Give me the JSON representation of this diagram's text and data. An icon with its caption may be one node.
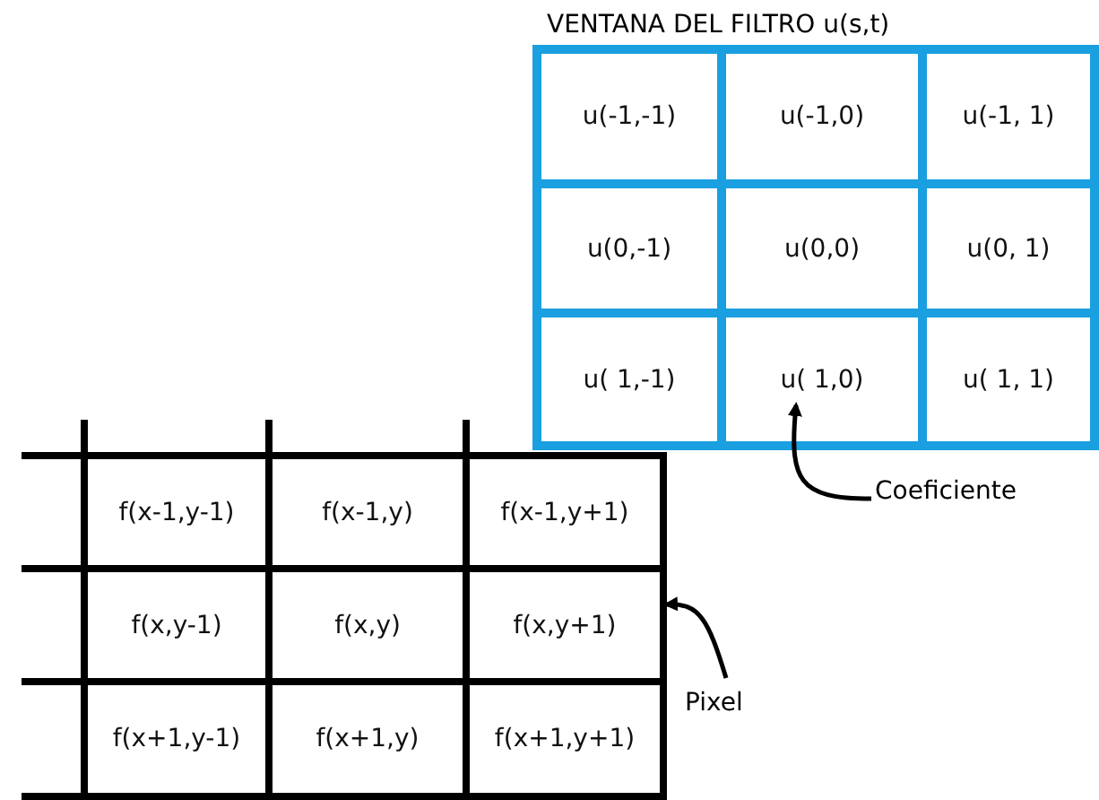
{
  "diagram": {
    "nodes": [
      {
        "text": [
          "VENTANA DEL FILTRO  u(s,t)"
        ]
      },
      {
        "text": [
          "u(-1,-1)"
        ],
        "in": 0
      },
      {
        "text": [
          "u(-1,0)"
        ],
        "in": 0
      },
      {
        "text": [
          "u(-1, 1)"
        ],
        "in": 0
      },
      {
        "text": [
          "u(0,-1)"
        ],
        "in": 0
      },
      {
        "text": [
          "u(0,0)"
        ],
        "in": 0
      },
      {
        "text": [
          "u(0, 1)"
        ],
        "in": 0
      },
      {
        "text": [
          "u( 1,-1)"
        ],
        "in": 0
      },
      {
        "text": [
          "u( 1,0)"
        ],
        "in": 0
      },
      {
        "text": [
          "u( 1, 1)"
        ],
        "in": 0
      },
      {
        "text": [],
        "shape": "box"
      },
      {
        "text": [
          "f(x-1,y-1)"
        ],
        "in": 10
      },
      {
        "text": [
          "f(x-1,y)"
        ],
        "in": 10
      },
      {
        "text": [
          "f(x-1,y+1)"
        ],
        "in": 10
      },
      {
        "text": [
          "f(x,y-1)"
        ],
        "in": 10
      },
      {
        "text": [
          "f(x,y)"
        ],
        "in": 10
      },
      {
        "text": [
          "f(x,y+1)"
        ],
        "in": 10
      },
      {
        "text": [
          "f(x+1,y-1)"
        ],
        "in": 10
      },
      {
        "text": [
          "f(x+1,y)"
        ],
        "in": 10
      },
      {
        "text": [
          "f(x+1,y+1)"
        ],
        "in": 10
      },
      {
        "text": [
          "Coeficiente"
        ]
      },
      {
        "text": [
          "Pixel"
        ]
      }
    ],
    "edges": [
      {
        "from": 20,
        "to": 8,
        "arrow": "to"
      },
      {
        "from": 21,
        "to": 16,
        "arrow": "to"
      }
    ]
  }
}
